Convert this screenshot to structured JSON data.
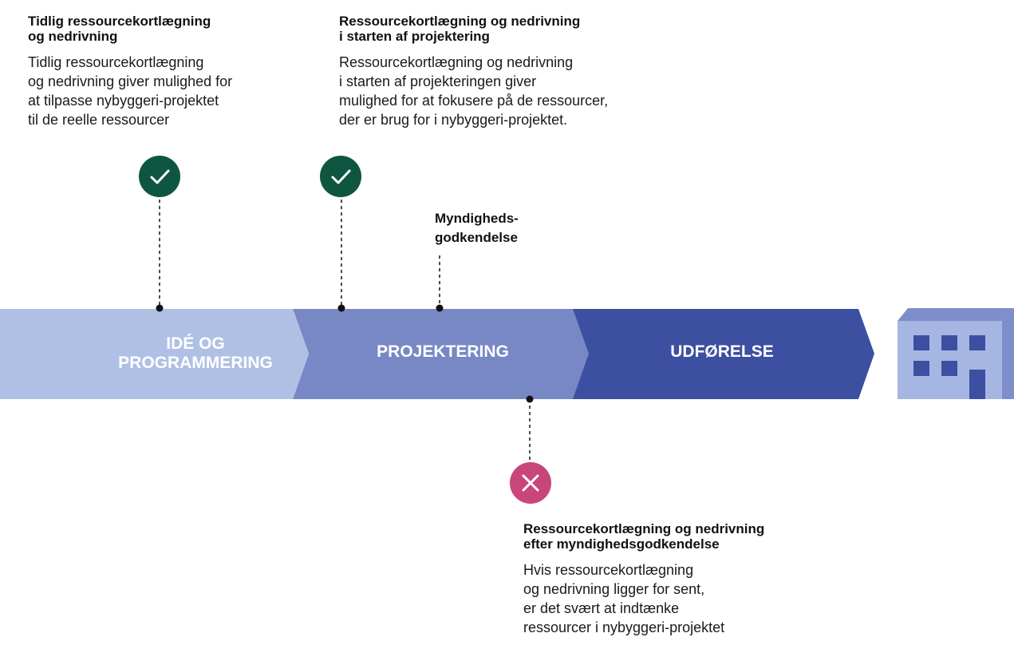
{
  "notes": {
    "early": {
      "title": "Tidlig ressourcekortlægning\nog nedrivning",
      "body": "Tidlig ressourcekortlægning\nog nedrivning giver mulighed for\nat tilpasse nybyggeri-projektet\ntil de reelle ressourcer"
    },
    "start": {
      "title": "Ressourcekortlægning og nedrivning\ni starten af projektering",
      "body": "Ressourcekortlægning og nedrivning\ni starten af projekteringen giver\nmulighed for at fokusere på de ressourcer,\nder er brug for i nybyggeri-projektet."
    },
    "late": {
      "title": "Ressourcekortlægning og nedrivning\nefter myndighedsgodkendelse",
      "body": "Hvis ressourcekortlægning\nog nedrivning ligger for sent,\ner det svært at indtænke\nressourcer i nybyggeri-projektet"
    }
  },
  "milestone": {
    "label": "Myndigheds-\ngodkendelse"
  },
  "phases": [
    {
      "label": "IDÉ OG\nPROGRAMMERING",
      "color": "#b0c0e5"
    },
    {
      "label": "PROJEKTERING",
      "color": "#7788c5"
    },
    {
      "label": "UDFØRELSE",
      "color": "#3d4fa0"
    }
  ],
  "icons": {
    "check_1": "check-icon",
    "check_2": "check-icon",
    "cross": "cross-icon",
    "building": "building-icon"
  },
  "colors": {
    "good": "#0f5641",
    "bad": "#c8467a",
    "building_front": "#a6b6e2",
    "building_side": "#7e8ecb",
    "building_windows": "#3d4fa0"
  }
}
